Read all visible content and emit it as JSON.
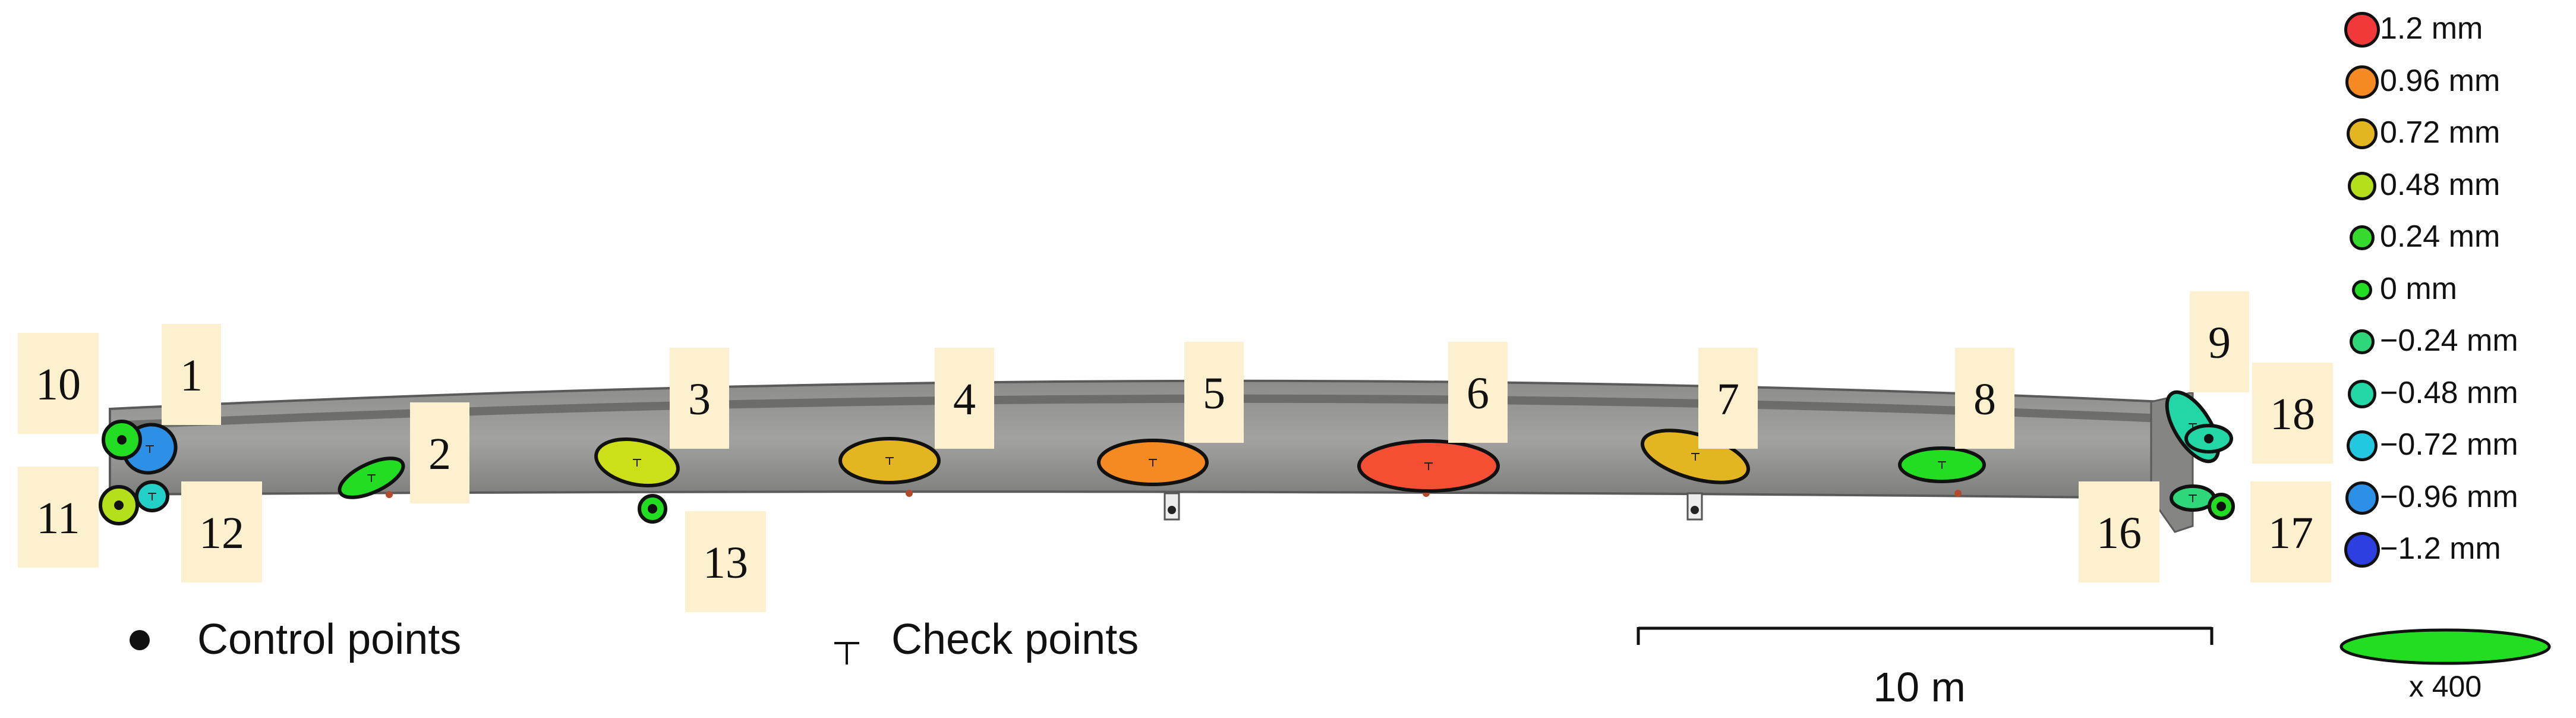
{
  "markers": [
    {
      "label": "1",
      "kind": "check",
      "color": "#2b90e6"
    },
    {
      "label": "2",
      "kind": "check",
      "color": "#22dd22"
    },
    {
      "label": "3",
      "kind": "check",
      "color": "#cce01a"
    },
    {
      "label": "4",
      "kind": "check",
      "color": "#e3b520"
    },
    {
      "label": "5",
      "kind": "check",
      "color": "#f68a22"
    },
    {
      "label": "6",
      "kind": "check",
      "color": "#f44f33"
    },
    {
      "label": "7",
      "kind": "check",
      "color": "#e3b520"
    },
    {
      "label": "8",
      "kind": "check",
      "color": "#22dd22"
    },
    {
      "label": "9",
      "kind": "check",
      "color": "#22d6a6"
    },
    {
      "label": "10",
      "kind": "control",
      "color": "#22dd22"
    },
    {
      "label": "11",
      "kind": "control",
      "color": "#b3e01a"
    },
    {
      "label": "12",
      "kind": "check",
      "color": "#22d0c8"
    },
    {
      "label": "13",
      "kind": "control",
      "color": "#22dd22"
    },
    {
      "label": "16",
      "kind": "check",
      "color": "#2ed87a"
    },
    {
      "label": "17",
      "kind": "control",
      "color": "#22dd22"
    },
    {
      "label": "18",
      "kind": "control",
      "color": "#22d6a6"
    }
  ],
  "legend": {
    "items": [
      {
        "label": "1.2 mm",
        "color": "#f2393a"
      },
      {
        "label": "0.96 mm",
        "color": "#f68a22"
      },
      {
        "label": "0.72 mm",
        "color": "#e3b520"
      },
      {
        "label": "0.48 mm",
        "color": "#b3e01a"
      },
      {
        "label": "0.24 mm",
        "color": "#36d92e"
      },
      {
        "label": "0 mm",
        "color": "#22dd22"
      },
      {
        "label": "−0.24 mm",
        "color": "#2ed87a"
      },
      {
        "label": "−0.48 mm",
        "color": "#22d6a6"
      },
      {
        "label": "−0.72 mm",
        "color": "#22c8e0"
      },
      {
        "label": "−0.96 mm",
        "color": "#2b90e6"
      },
      {
        "label": "−1.2 mm",
        "color": "#2d3fe0"
      }
    ]
  },
  "key": {
    "control_points": "Control points",
    "check_points": "Check points",
    "scale_bar": "10 m",
    "ellipse_scale": "x 400",
    "ellipse_scale_color": "#22dd22"
  }
}
